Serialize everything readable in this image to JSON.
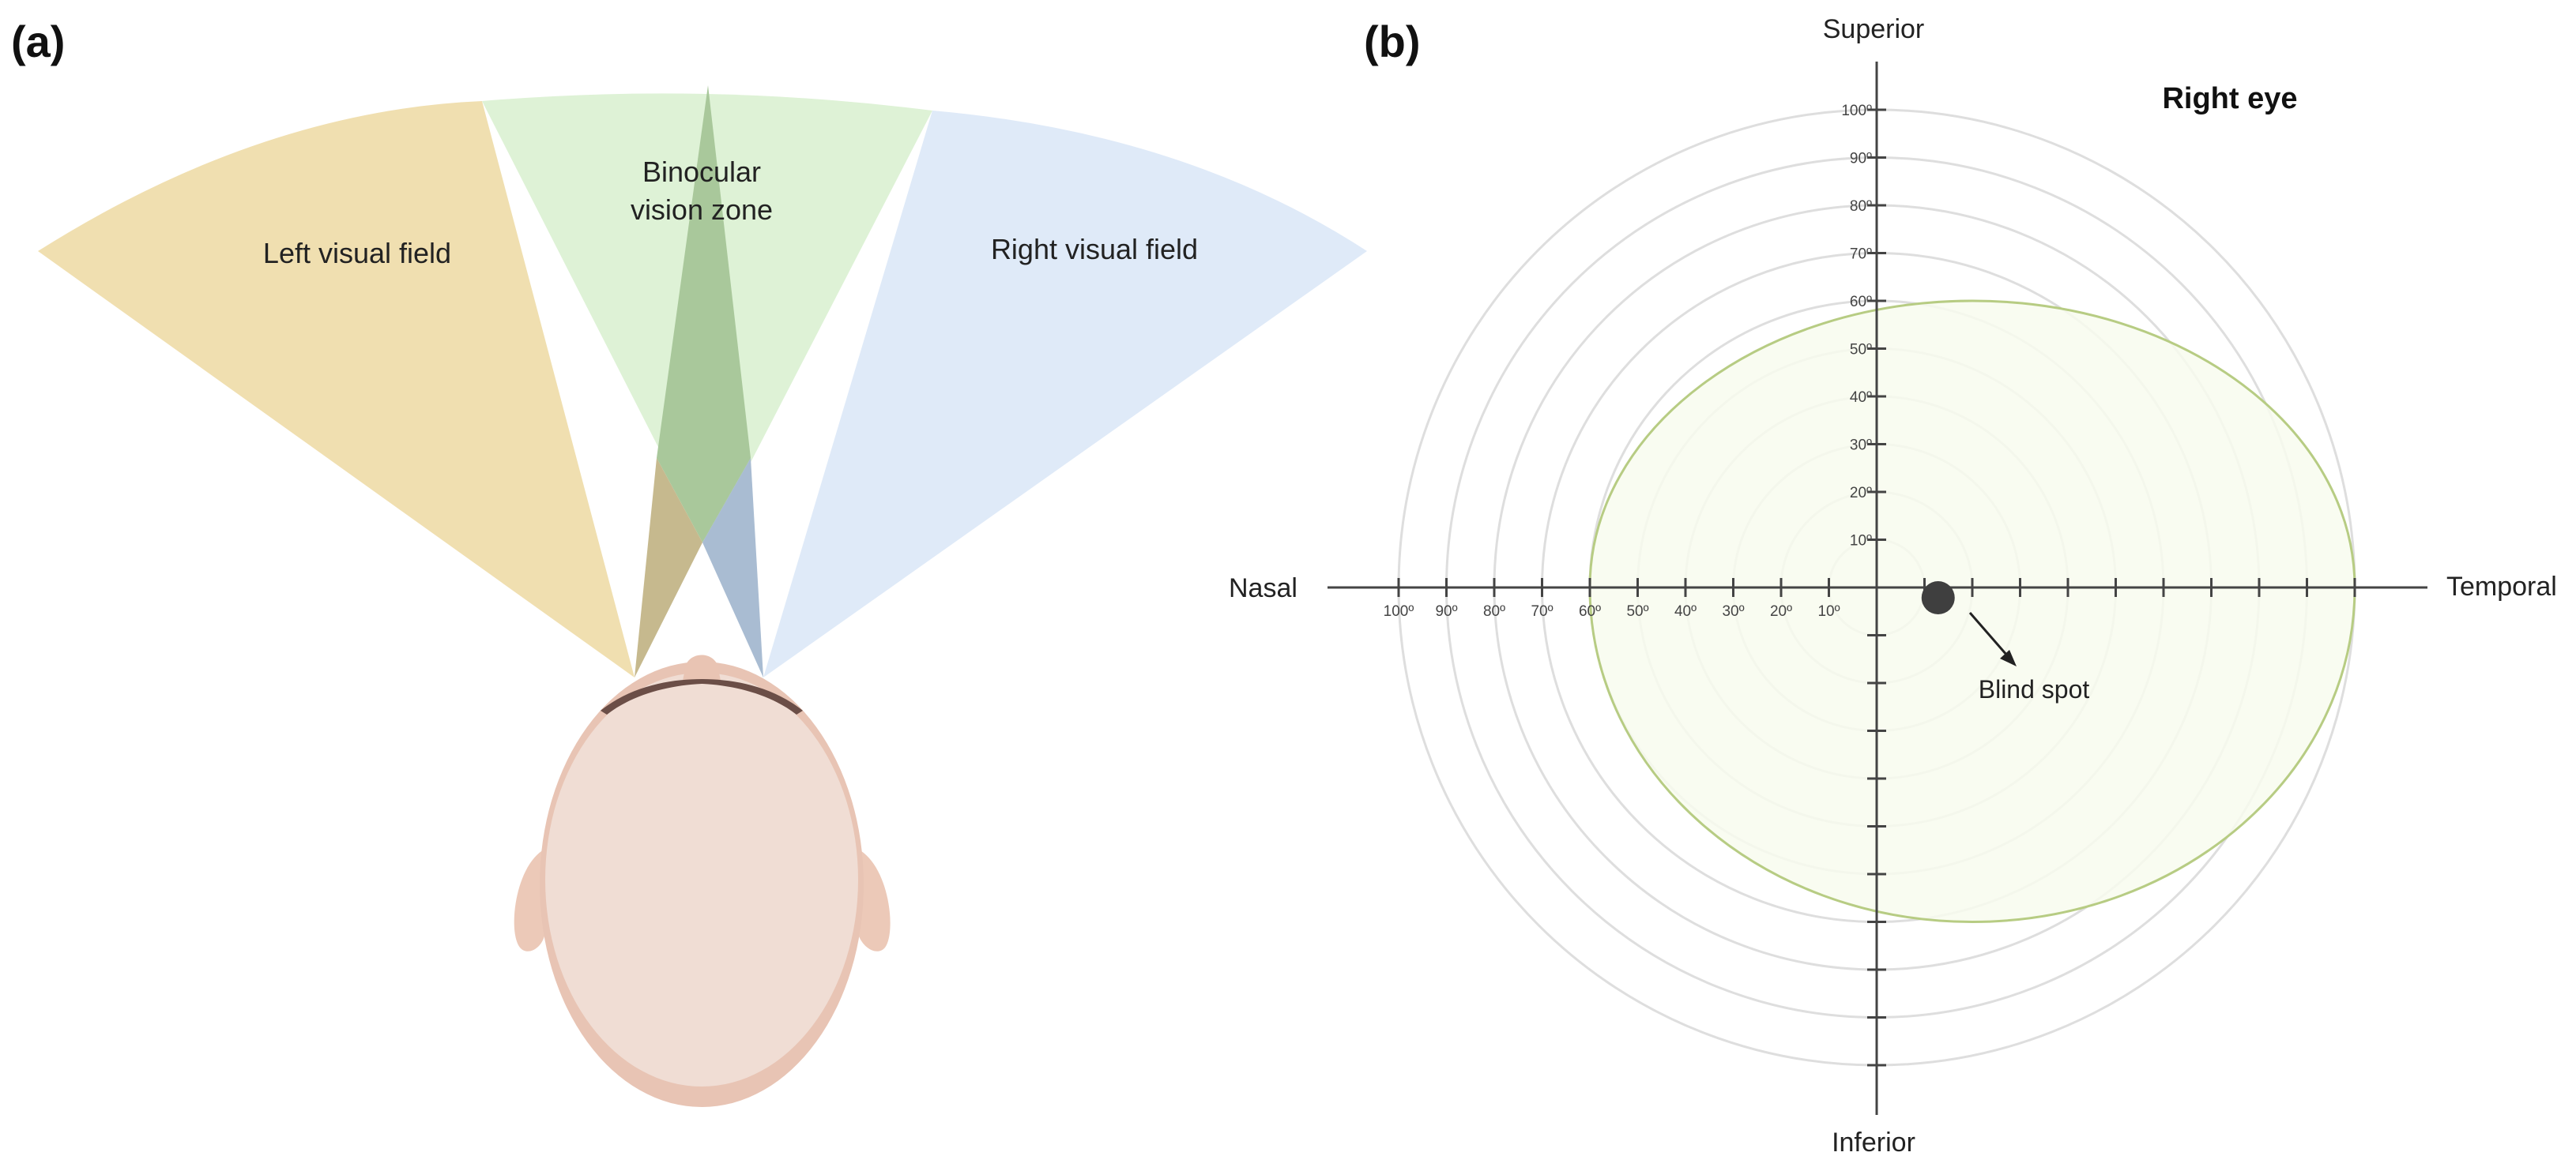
{
  "panel_a": {
    "letter": "(a)",
    "left_field_label": "Left visual field",
    "binocular_label_line1": "Binocular",
    "binocular_label_line2": "vision zone",
    "right_field_label": "Right visual field",
    "colors": {
      "left_field": "#f0dfb0",
      "binocular": "#def2d6",
      "right_field": "#dfeaf8",
      "overlap_green": "#a9c89b",
      "overlap_tan": "#c6b98e",
      "overlap_blue": "#a9bcd2",
      "skin": "#f0ddd4",
      "skin_shadow": "#e8c4b4",
      "hair": "#6b4e47"
    }
  },
  "panel_b": {
    "letter": "(b)",
    "title": "Right eye",
    "directions": {
      "superior": "Superior",
      "inferior": "Inferior",
      "nasal": "Nasal",
      "temporal": "Temporal"
    },
    "vertical_degree_labels": [
      "10º",
      "20º",
      "30º",
      "40º",
      "50º",
      "60º",
      "70º",
      "80º",
      "90º",
      "100º"
    ],
    "horizontal_degree_labels": [
      "10º",
      "20º",
      "30º",
      "40º",
      "50º",
      "60º",
      "70º",
      "80º",
      "90º",
      "100º"
    ],
    "blind_spot_label": "Blind spot",
    "field_extent_degrees": {
      "superior": 60,
      "inferior": 70,
      "nasal": 60,
      "temporal": 100
    },
    "blind_spot_degrees": 15,
    "colors": {
      "field_fill": "#f8fbee",
      "field_stroke": "#b7cc83",
      "ring": "#dedede",
      "axis": "#444444",
      "blind_spot": "#3f3f3f"
    }
  }
}
